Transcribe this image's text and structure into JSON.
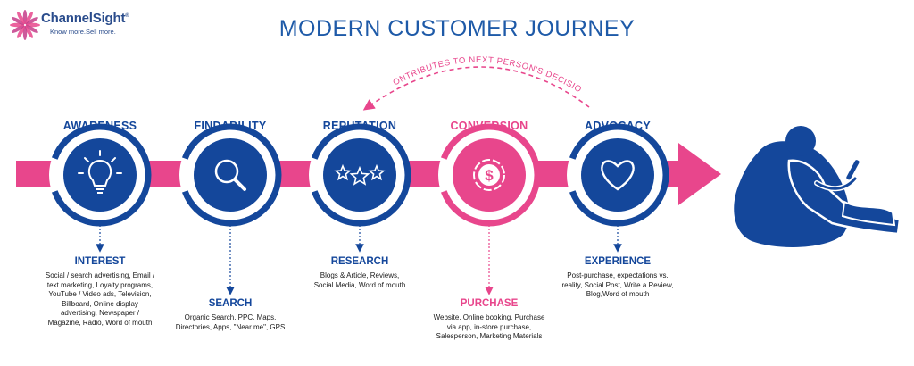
{
  "logo": {
    "name": "ChannelSight",
    "trademark": "®",
    "tagline": "Know more.Sell more."
  },
  "title": "MODERN CUSTOMER JOURNEY",
  "arc_label": "CONTRIBUTES TO NEXT PERSON'S DECISION",
  "colors": {
    "blue": "#14479b",
    "pink": "#e8468c",
    "light_blue": "#6f9ed6"
  },
  "stages": [
    {
      "label": "AWARENESS",
      "icon": "lightbulb-icon",
      "color": "blue",
      "sub_label": "INTEREST",
      "description": [
        "Social / search advertising, Email /",
        "text marketing, Loyalty programs,",
        "YouTube / Video ads, Television,",
        "Billboard, Online display",
        "advertising, Newspaper /",
        "Magazine, Radio, Word of mouth"
      ]
    },
    {
      "label": "FINDABILITY",
      "icon": "magnifier-icon",
      "color": "blue",
      "sub_label": "SEARCH",
      "description": [
        "Organic Search, PPC, Maps,",
        "Directories, Apps, \"Near me\", GPS"
      ]
    },
    {
      "label": "REPUTATION",
      "icon": "stars-icon",
      "color": "blue",
      "sub_label": "RESEARCH",
      "description": [
        "Blogs & Article, Reviews,",
        "Social Media, Word of mouth"
      ]
    },
    {
      "label": "CONVERSION",
      "icon": "dollar-coin-icon",
      "color": "pink",
      "sub_label": "PURCHASE",
      "description": [
        "Website, Online booking, Purchase",
        "via app, in-store purchase,",
        "Salesperson, Marketing Materials"
      ]
    },
    {
      "label": "ADVOCACY",
      "icon": "heart-icon",
      "color": "blue",
      "sub_label": "EXPERIENCE",
      "description": [
        "Post-purchase, expectations vs.",
        "reality, Social Post, Write a Review,",
        "Blog,Word of mouth"
      ]
    }
  ]
}
